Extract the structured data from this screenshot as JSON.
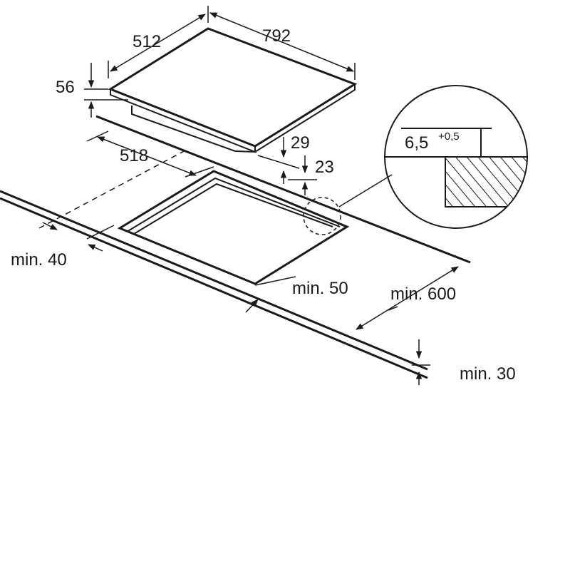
{
  "diagram": {
    "dimensions": {
      "hob_depth": "512",
      "hob_width": "792",
      "hob_height": "56",
      "cutout_depth": "518",
      "hob_below_top": "29",
      "worktop_recess": "23",
      "min_back": "min. 40",
      "min_side": "min. 50",
      "min_front": "min. 600",
      "min_worktop": "min. 30"
    },
    "detail": {
      "value": "6,5",
      "tolerance": "+0,5"
    }
  }
}
